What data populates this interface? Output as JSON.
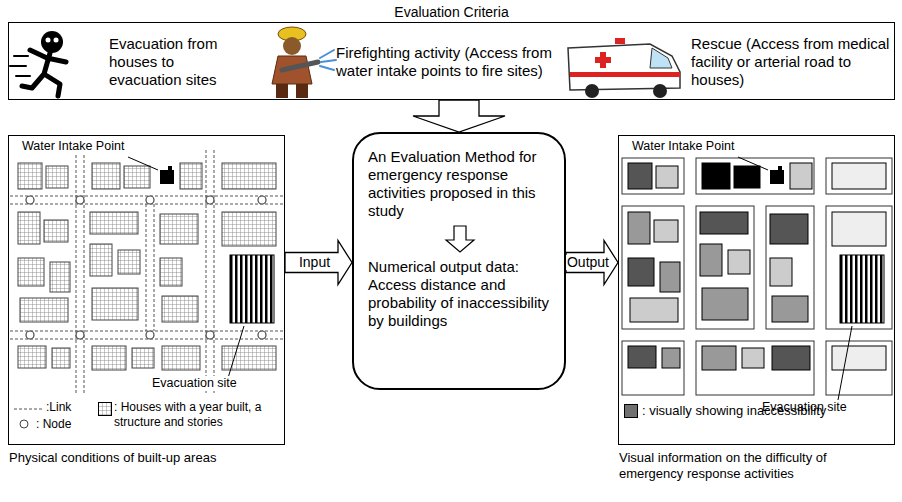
{
  "diagram": {
    "nodes": [
      {
        "text": [
          "Evaluation Criteria"
        ]
      },
      {
        "text": [
          "Evacuation from houses to evacuation sites"
        ],
        "in": 0
      },
      {
        "text": [
          "Firefighting activity (Access from water intake points to fire sites)"
        ],
        "in": 0
      },
      {
        "text": [
          "Rescue (Access from medical facility or arterial road to houses)"
        ],
        "in": 0
      },
      {
        "text": [
          "Physical conditions of built-up areas"
        ]
      },
      {
        "text": [
          "An Evaluation Method for emergency response activities proposed in this study",
          "Numerical output data: Access distance and probability of inaccessibility by buildings"
        ]
      },
      {
        "text": [
          "Visual information on the difficulty of emergency response activities"
        ]
      }
    ],
    "edges": [
      {
        "from": 0,
        "to": 5,
        "arrow": "to"
      },
      {
        "from": 4,
        "to": 5,
        "label": "Input",
        "arrow": "to"
      },
      {
        "from": 5,
        "to": 6,
        "label": "Output",
        "arrow": "to"
      }
    ],
    "labels": [
      "Water Intake Point",
      "Evacuation site",
      "Water Intake Point",
      "Evacuation site"
    ],
    "legend": [
      {
        "text": ":Link"
      },
      {
        "text": ": Node"
      },
      {
        "text": ": Houses with a year built, a structure and stories"
      },
      {
        "text": ": visually showing inaccessibility",
        "color": "#707070"
      }
    ]
  }
}
